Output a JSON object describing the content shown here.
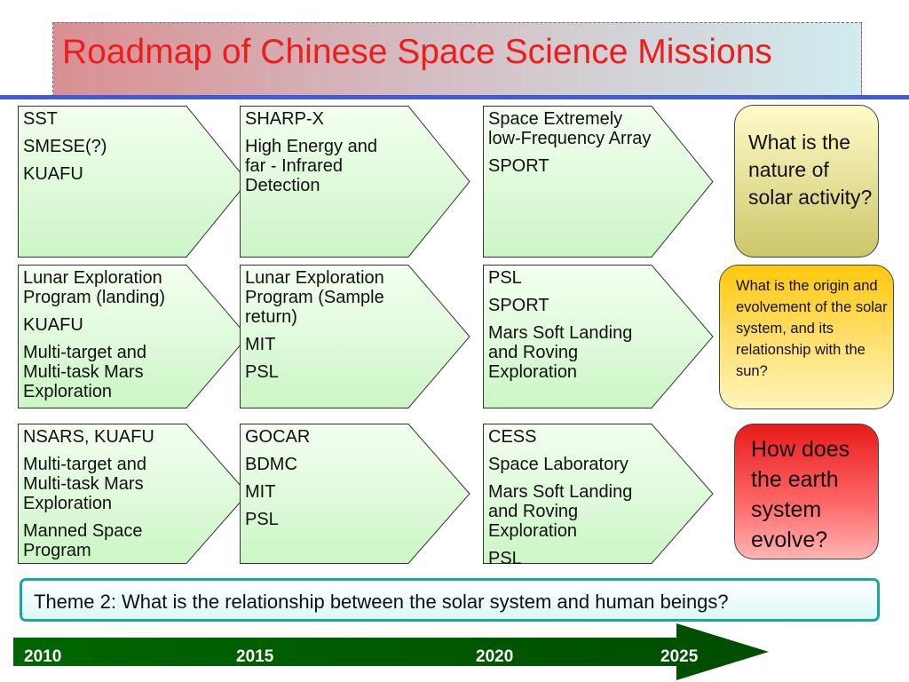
{
  "title": "Roadmap of Chinese Space Science Missions",
  "colors": {
    "title_text": "#ee1d1d",
    "card_fill_top": "#f4fff1",
    "card_fill_bottom": "#ccf5c6",
    "timeline_start": "#006400",
    "timeline_end": "#004d00"
  },
  "rows": [
    {
      "cells": [
        {
          "lines": [
            "SST",
            "SMESE(?)",
            "KUAFU"
          ]
        },
        {
          "lines": [
            "SHARP-X",
            "High Energy and\nfar - Infrared\nDetection"
          ]
        },
        {
          "lines": [
            "Space Extremely\nlow-Frequency Array",
            "SPORT"
          ]
        }
      ],
      "question": "What is the nature of solar activity?"
    },
    {
      "cells": [
        {
          "lines": [
            "Lunar Exploration\nProgram (landing)",
            "KUAFU",
            "Multi-target and\nMulti-task Mars\nExploration"
          ]
        },
        {
          "lines": [
            "Lunar Exploration\nProgram (Sample\nreturn)",
            "MIT",
            "PSL"
          ]
        },
        {
          "lines": [
            "PSL",
            "SPORT",
            "Mars Soft Landing\nand Roving\nExploration"
          ]
        }
      ],
      "question": "What is the origin and evolvement of the solar system, and its relationship with the sun?"
    },
    {
      "cells": [
        {
          "lines": [
            "NSARS, KUAFU",
            "Multi-target and\nMulti-task Mars\nExploration",
            "Manned Space\nProgram"
          ]
        },
        {
          "lines": [
            "GOCAR",
            "BDMC",
            "MIT",
            "PSL"
          ]
        },
        {
          "lines": [
            "CESS",
            "Space Laboratory",
            "Mars Soft Landing\nand Roving\nExploration",
            "PSL"
          ]
        }
      ],
      "question": "How does the earth system evolve?"
    }
  ],
  "theme": "Theme 2: What is the relationship between the solar system  and human beings?",
  "timeline": {
    "years": [
      "2010",
      "2015",
      "2020",
      "2025"
    ]
  }
}
